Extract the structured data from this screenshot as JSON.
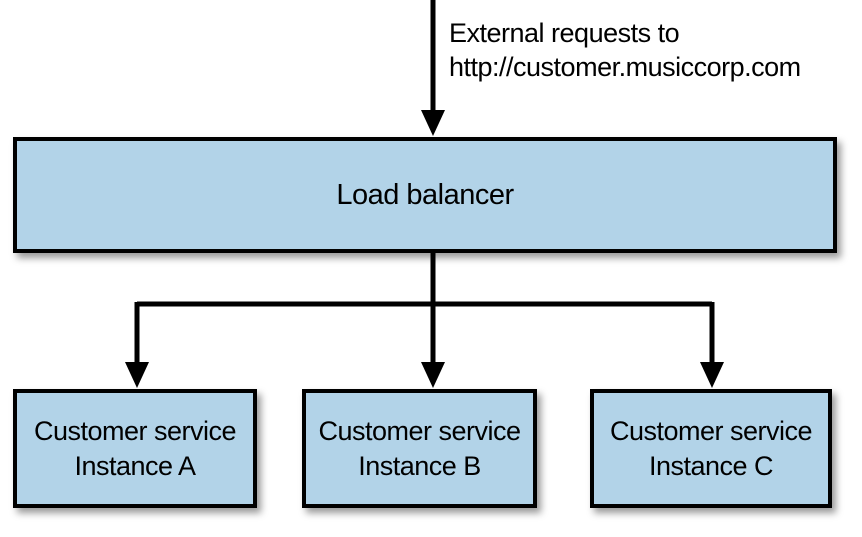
{
  "diagram": {
    "external_label": {
      "line1": "External requests to",
      "line2": "http://customer.musiccorp.com"
    },
    "load_balancer": {
      "label": "Load balancer"
    },
    "instances": [
      {
        "line1": "Customer service",
        "line2": "Instance A"
      },
      {
        "line1": "Customer service",
        "line2": "Instance B"
      },
      {
        "line1": "Customer service",
        "line2": "Instance C"
      }
    ],
    "colors": {
      "box_fill": "#b2d3e8",
      "box_border": "#000000",
      "connector_line": "#000000",
      "background": "#ffffff",
      "text": "#000000"
    }
  }
}
